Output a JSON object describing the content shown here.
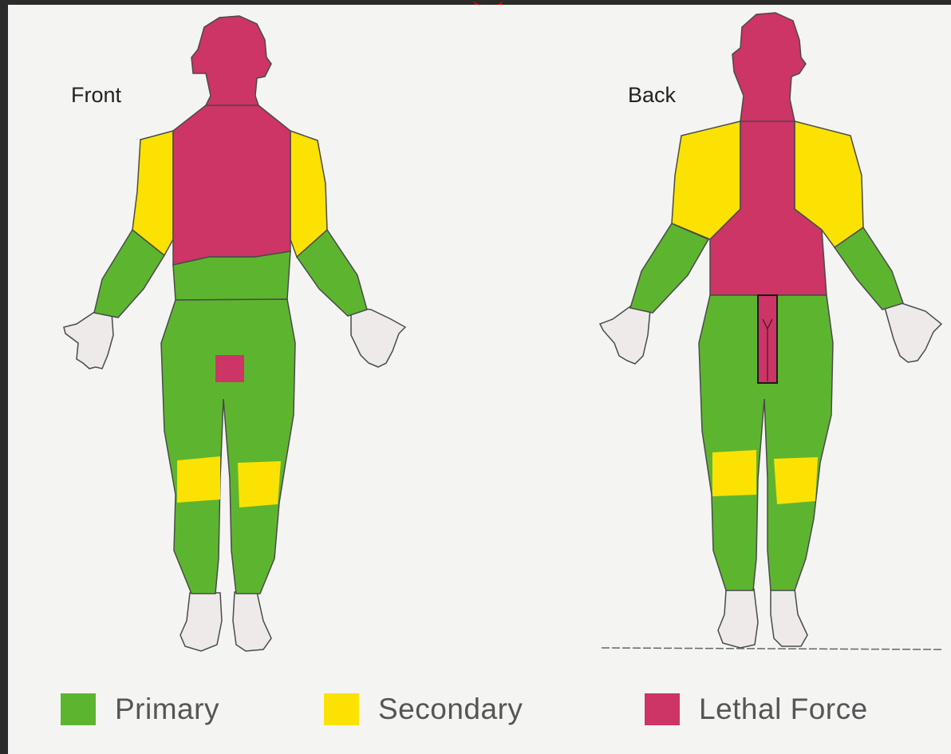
{
  "views": {
    "front_label": "Front",
    "back_label": "Back"
  },
  "legend": [
    {
      "label": "Primary",
      "color": "#5db52f"
    },
    {
      "label": "Secondary",
      "color": "#fbe202"
    },
    {
      "label": "Lethal Force",
      "color": "#cc3565"
    }
  ],
  "colors": {
    "primary": "#5db52f",
    "secondary": "#fbe202",
    "lethal": "#cc3565",
    "skin": "#eeeaea",
    "outline": "#4a4a4a"
  }
}
